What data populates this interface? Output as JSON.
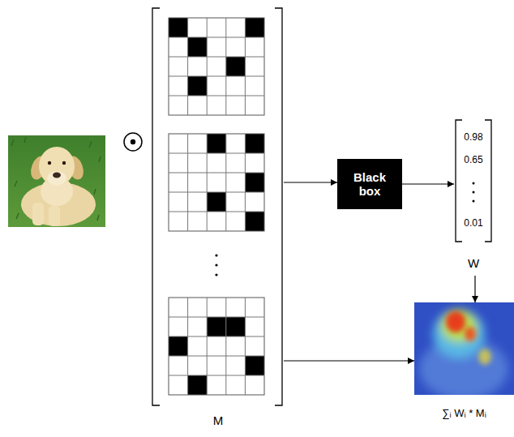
{
  "diagram": {
    "nodes": [
      {
        "text": [
          "M"
        ]
      },
      {
        "text": [
          "Black box"
        ]
      },
      {
        "text": [
          "0.98",
          "0.65",
          "0.01",
          "W"
        ]
      },
      {
        "text": [
          "∑ᵢ Wᵢ * Mᵢ"
        ]
      }
    ],
    "edges": [
      {
        "from": 0,
        "to": 1,
        "arrow": "to"
      },
      {
        "from": 1,
        "to": 2,
        "arrow": "to"
      },
      {
        "from": 2,
        "to": 3,
        "arrow": "to"
      },
      {
        "from": 0,
        "to": 3,
        "arrow": "to"
      }
    ]
  }
}
